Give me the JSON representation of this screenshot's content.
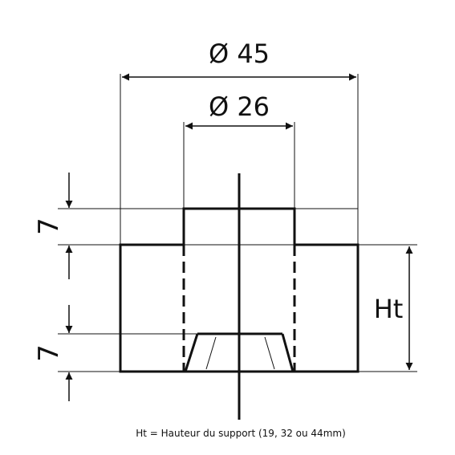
{
  "dimensions": {
    "outer_diameter": "Ø 45",
    "inner_diameter": "Ø 26",
    "top_height": "7",
    "bottom_height": "7",
    "total_height": "Ht"
  },
  "caption": "Ht = Hauteur du support (19, 32 ou 44mm)",
  "colors": {
    "line": "#111111",
    "background": "#ffffff"
  }
}
